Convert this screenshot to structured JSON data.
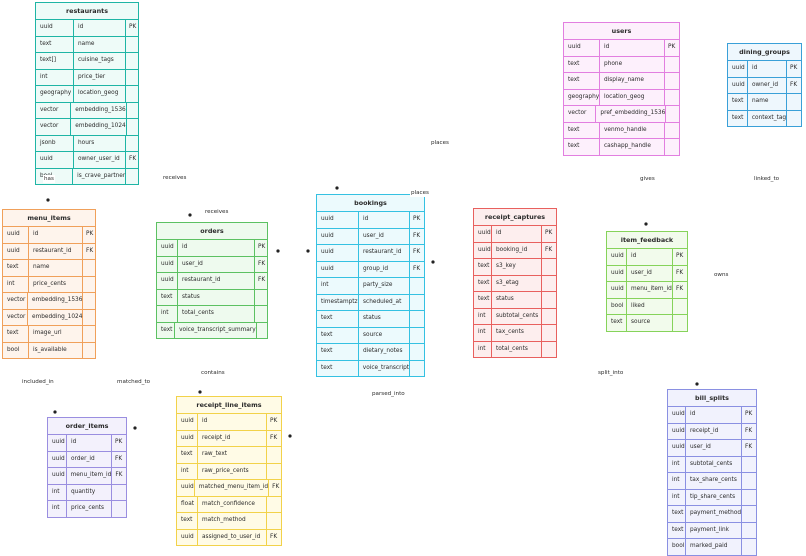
{
  "entities": [
    {
      "id": "restaurants",
      "name": "restaurants",
      "color": "#1fb5a5",
      "bg": "#eefbf8",
      "fields": [
        {
          "type": "uuid",
          "name": "id",
          "key": "PK"
        },
        {
          "type": "text",
          "name": "name",
          "key": ""
        },
        {
          "type": "text[]",
          "name": "cuisine_tags",
          "key": ""
        },
        {
          "type": "int",
          "name": "price_tier",
          "key": ""
        },
        {
          "type": "geography",
          "name": "location_geog",
          "key": ""
        },
        {
          "type": "vector",
          "name": "embedding_1536",
          "key": ""
        },
        {
          "type": "vector",
          "name": "embedding_1024",
          "key": ""
        },
        {
          "type": "jsonb",
          "name": "hours",
          "key": ""
        },
        {
          "type": "uuid",
          "name": "owner_user_id",
          "key": "FK"
        },
        {
          "type": "bool",
          "name": "is_crave_partner",
          "key": ""
        }
      ]
    },
    {
      "id": "users",
      "name": "users",
      "color": "#e27fe0",
      "bg": "#fdf0fc",
      "fields": [
        {
          "type": "uuid",
          "name": "id",
          "key": "PK"
        },
        {
          "type": "text",
          "name": "phone",
          "key": ""
        },
        {
          "type": "text",
          "name": "display_name",
          "key": ""
        },
        {
          "type": "geography",
          "name": "location_geog",
          "key": ""
        },
        {
          "type": "vector",
          "name": "pref_embedding_1536",
          "key": ""
        },
        {
          "type": "text",
          "name": "venmo_handle",
          "key": ""
        },
        {
          "type": "text",
          "name": "cashapp_handle",
          "key": ""
        }
      ]
    },
    {
      "id": "dining_groups",
      "name": "dining_groups",
      "color": "#3aa0d8",
      "bg": "#eef7fd",
      "fields": [
        {
          "type": "uuid",
          "name": "id",
          "key": "PK"
        },
        {
          "type": "uuid",
          "name": "owner_id",
          "key": "FK"
        },
        {
          "type": "text",
          "name": "name",
          "key": ""
        },
        {
          "type": "text",
          "name": "context_tag",
          "key": ""
        }
      ]
    },
    {
      "id": "menu_items",
      "name": "menu_items",
      "color": "#f0a05a",
      "bg": "#fef4ec",
      "fields": [
        {
          "type": "uuid",
          "name": "id",
          "key": "PK"
        },
        {
          "type": "uuid",
          "name": "restaurant_id",
          "key": "FK"
        },
        {
          "type": "text",
          "name": "name",
          "key": ""
        },
        {
          "type": "int",
          "name": "price_cents",
          "key": ""
        },
        {
          "type": "vector",
          "name": "embedding_1536",
          "key": ""
        },
        {
          "type": "vector",
          "name": "embedding_1024",
          "key": ""
        },
        {
          "type": "text",
          "name": "image_url",
          "key": ""
        },
        {
          "type": "bool",
          "name": "is_available",
          "key": ""
        }
      ]
    },
    {
      "id": "orders",
      "name": "orders",
      "color": "#5cc162",
      "bg": "#eefaee",
      "fields": [
        {
          "type": "uuid",
          "name": "id",
          "key": "PK"
        },
        {
          "type": "uuid",
          "name": "user_id",
          "key": "FK"
        },
        {
          "type": "uuid",
          "name": "restaurant_id",
          "key": "FK"
        },
        {
          "type": "text",
          "name": "status",
          "key": ""
        },
        {
          "type": "int",
          "name": "total_cents",
          "key": ""
        },
        {
          "type": "text",
          "name": "voice_transcript_summary",
          "key": ""
        }
      ]
    },
    {
      "id": "bookings",
      "name": "bookings",
      "color": "#35c1e2",
      "bg": "#ecfafd",
      "fields": [
        {
          "type": "uuid",
          "name": "id",
          "key": "PK"
        },
        {
          "type": "uuid",
          "name": "user_id",
          "key": "FK"
        },
        {
          "type": "uuid",
          "name": "restaurant_id",
          "key": "FK"
        },
        {
          "type": "uuid",
          "name": "group_id",
          "key": "FK"
        },
        {
          "type": "int",
          "name": "party_size",
          "key": ""
        },
        {
          "type": "timestamptz",
          "name": "scheduled_at",
          "key": ""
        },
        {
          "type": "text",
          "name": "status",
          "key": ""
        },
        {
          "type": "text",
          "name": "source",
          "key": ""
        },
        {
          "type": "text",
          "name": "dietary_notes",
          "key": ""
        },
        {
          "type": "text",
          "name": "voice_transcript",
          "key": ""
        }
      ]
    },
    {
      "id": "receipt_captures",
      "name": "receipt_captures",
      "color": "#e8605e",
      "bg": "#fdeeee",
      "fields": [
        {
          "type": "uuid",
          "name": "id",
          "key": "PK"
        },
        {
          "type": "uuid",
          "name": "booking_id",
          "key": "FK"
        },
        {
          "type": "text",
          "name": "s3_key",
          "key": ""
        },
        {
          "type": "text",
          "name": "s3_etag",
          "key": ""
        },
        {
          "type": "text",
          "name": "status",
          "key": ""
        },
        {
          "type": "int",
          "name": "subtotal_cents",
          "key": ""
        },
        {
          "type": "int",
          "name": "tax_cents",
          "key": ""
        },
        {
          "type": "int",
          "name": "total_cents",
          "key": ""
        }
      ]
    },
    {
      "id": "item_feedback",
      "name": "item_feedback",
      "color": "#86d35a",
      "bg": "#f2fbec",
      "fields": [
        {
          "type": "uuid",
          "name": "id",
          "key": "PK"
        },
        {
          "type": "uuid",
          "name": "user_id",
          "key": "FK"
        },
        {
          "type": "uuid",
          "name": "menu_item_id",
          "key": "FK"
        },
        {
          "type": "bool",
          "name": "liked",
          "key": ""
        },
        {
          "type": "text",
          "name": "source",
          "key": ""
        }
      ]
    },
    {
      "id": "order_items",
      "name": "order_items",
      "color": "#9a8ee0",
      "bg": "#f3f1fc",
      "fields": [
        {
          "type": "uuid",
          "name": "id",
          "key": "PK"
        },
        {
          "type": "uuid",
          "name": "order_id",
          "key": "FK"
        },
        {
          "type": "uuid",
          "name": "menu_item_id",
          "key": "FK"
        },
        {
          "type": "int",
          "name": "quantity",
          "key": ""
        },
        {
          "type": "int",
          "name": "price_cents",
          "key": ""
        }
      ]
    },
    {
      "id": "receipt_line_items",
      "name": "receipt_line_items",
      "color": "#f2d24a",
      "bg": "#fffbe6",
      "fields": [
        {
          "type": "uuid",
          "name": "id",
          "key": "PK"
        },
        {
          "type": "uuid",
          "name": "receipt_id",
          "key": "FK"
        },
        {
          "type": "text",
          "name": "raw_text",
          "key": ""
        },
        {
          "type": "int",
          "name": "raw_price_cents",
          "key": ""
        },
        {
          "type": "uuid",
          "name": "matched_menu_item_id",
          "key": "FK"
        },
        {
          "type": "float",
          "name": "match_confidence",
          "key": ""
        },
        {
          "type": "text",
          "name": "match_method",
          "key": ""
        },
        {
          "type": "uuid",
          "name": "assigned_to_user_id",
          "key": "FK"
        }
      ]
    },
    {
      "id": "bill_splits",
      "name": "bill_splits",
      "color": "#8a90e2",
      "bg": "#f1f2fd",
      "fields": [
        {
          "type": "uuid",
          "name": "id",
          "key": "PK"
        },
        {
          "type": "uuid",
          "name": "receipt_id",
          "key": "FK"
        },
        {
          "type": "uuid",
          "name": "user_id",
          "key": "FK"
        },
        {
          "type": "int",
          "name": "subtotal_cents",
          "key": ""
        },
        {
          "type": "int",
          "name": "tax_share_cents",
          "key": ""
        },
        {
          "type": "int",
          "name": "tip_share_cents",
          "key": ""
        },
        {
          "type": "text",
          "name": "payment_method",
          "key": ""
        },
        {
          "type": "text",
          "name": "payment_link",
          "key": ""
        },
        {
          "type": "bool",
          "name": "marked_paid",
          "key": ""
        }
      ]
    }
  ],
  "relationships": [
    {
      "id": "has",
      "label": "has"
    },
    {
      "id": "receives",
      "label": "receives"
    },
    {
      "id": "places_bookings",
      "label": "places"
    },
    {
      "id": "places_orders",
      "label": "places"
    },
    {
      "id": "gives",
      "label": "gives"
    },
    {
      "id": "linked_to",
      "label": "linked_to"
    },
    {
      "id": "receives_orders",
      "label": "receives"
    },
    {
      "id": "owns",
      "label": "owns"
    },
    {
      "id": "included_in",
      "label": "included_in"
    },
    {
      "id": "matched_to",
      "label": "matched_to"
    },
    {
      "id": "contains",
      "label": "contains"
    },
    {
      "id": "parsed_into",
      "label": "parsed_into"
    },
    {
      "id": "split_into",
      "label": "split_into"
    }
  ]
}
